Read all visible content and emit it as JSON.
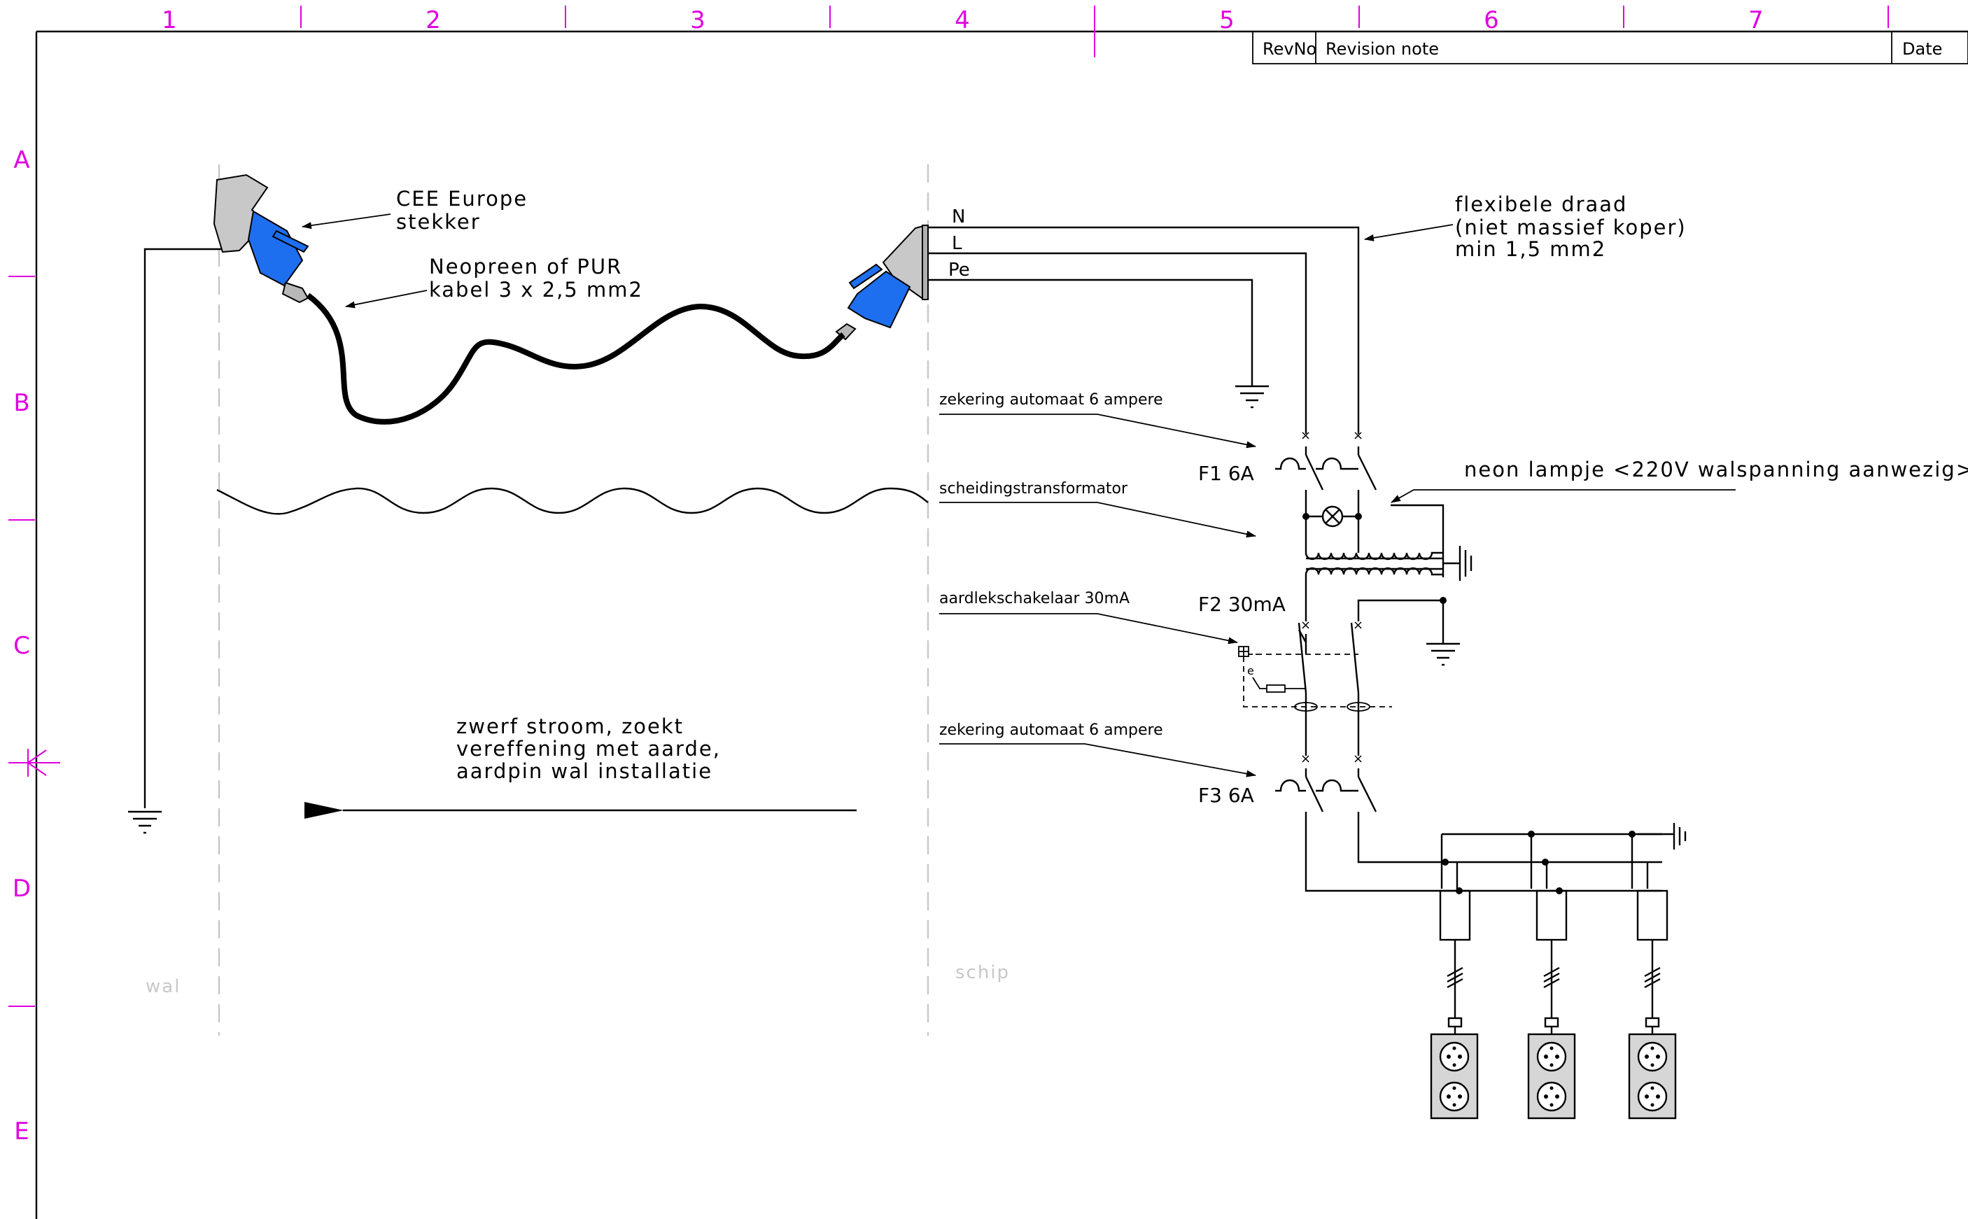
{
  "frame": {
    "columns": [
      "1",
      "2",
      "3",
      "4",
      "5",
      "6",
      "7"
    ],
    "rows": [
      "A",
      "B",
      "C",
      "D",
      "E"
    ]
  },
  "title_block": {
    "rev_no_header": "RevNo",
    "revision_note_header": "Revision note",
    "date_header": "Date"
  },
  "zones": {
    "shore": "wal",
    "ship": "schip"
  },
  "wires": {
    "neutral": "N",
    "live": "L",
    "earth": "Pe"
  },
  "annotations": {
    "plug": [
      "CEE Europe",
      "stekker"
    ],
    "cable": [
      "Neopreen of PUR",
      "kabel 3 x 2,5 mm2"
    ],
    "wire_spec": [
      "flexibele draad",
      "(niet massief koper)",
      "min 1,5 mm2"
    ],
    "neon": "neon lampje <220V walspanning aanwezig>",
    "stray_current": [
      "zwerf stroom, zoekt",
      "vereffening met aarde,",
      "aardpin wal installatie"
    ],
    "breaker_1": "zekering automaat 6 ampere",
    "transformer": "scheidingstransformator",
    "rcd": "aardlekschakelaar 30mA",
    "breaker_2": "zekering automaat 6 ampere"
  },
  "designators": {
    "f1": "F1  6A",
    "f2": "F2  30mA",
    "f3": "F3  6A"
  },
  "colors": {
    "grid_labels": "#e000e0",
    "plug_blue": "#1e6ff0",
    "plug_grey": "#c8c8c8"
  },
  "icons": [
    "ground-symbol",
    "lamp-symbol",
    "transformer-symbol",
    "socket-outlet",
    "arrow"
  ]
}
